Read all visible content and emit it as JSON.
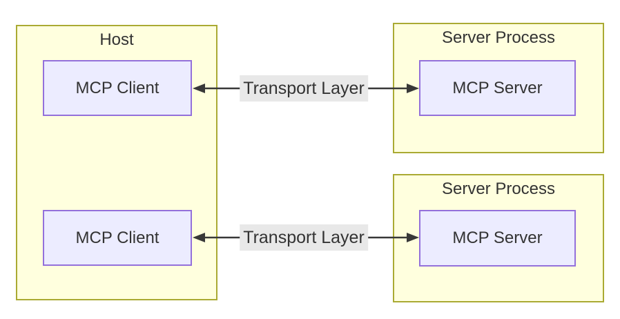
{
  "diagram": {
    "host": {
      "title": "Host",
      "clients": [
        {
          "label": "MCP Client"
        },
        {
          "label": "MCP Client"
        }
      ]
    },
    "server_processes": [
      {
        "title": "Server Process",
        "node_label": "MCP Server"
      },
      {
        "title": "Server Process",
        "node_label": "MCP Server"
      }
    ],
    "edges": [
      {
        "label": "Transport Layer",
        "from": "MCP Client",
        "to": "MCP Server",
        "direction": "bidirectional"
      },
      {
        "label": "Transport Layer",
        "from": "MCP Client",
        "to": "MCP Server",
        "direction": "bidirectional"
      }
    ],
    "colors": {
      "cluster_fill": "#ffffde",
      "cluster_border": "#aaaa33",
      "node_fill": "#ececff",
      "node_border": "#9370db",
      "edge_color": "#383838",
      "edge_label_bg": "#e8e8e8",
      "text_color": "#333333",
      "canvas_bg": "#ffffff"
    }
  }
}
